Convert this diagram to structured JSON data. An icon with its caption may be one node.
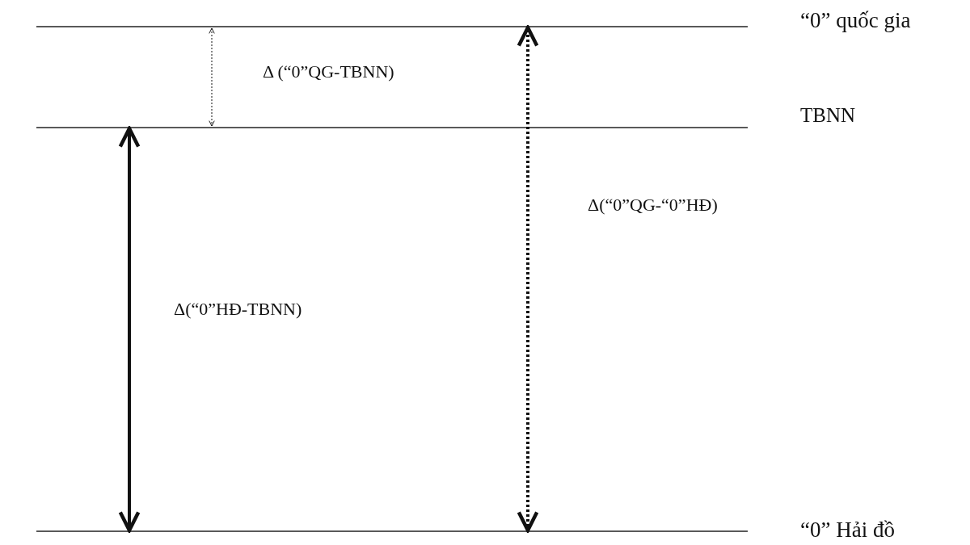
{
  "diagram": {
    "labels": [
      "“0” quốc gia",
      "Δ (“0”QG-TBNN)",
      "TBNN",
      "Δ(“0”QG-“0”HĐ)",
      "Δ(“0”HĐ-TBNN)",
      "“0” Hải đồ"
    ]
  }
}
